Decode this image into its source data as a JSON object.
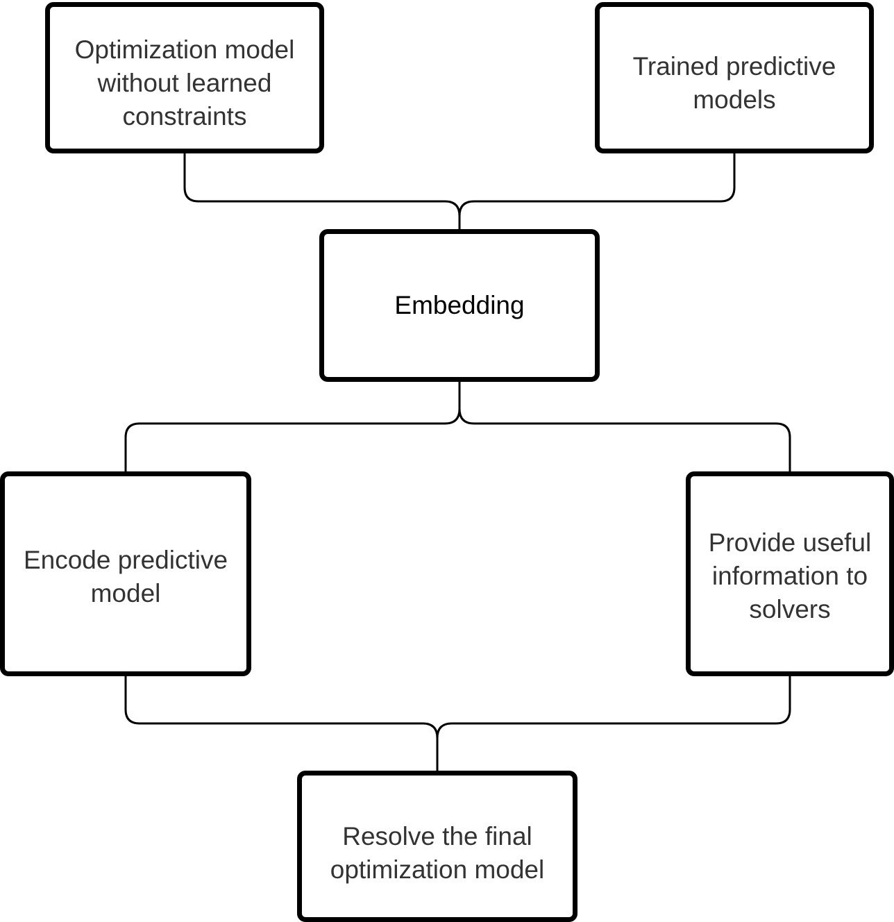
{
  "diagram": {
    "nodes": [
      {
        "id": "opt",
        "label": "Optimization model\nwithout learned\nconstraints"
      },
      {
        "id": "pred",
        "label": "Trained predictive\nmodels"
      },
      {
        "id": "embed",
        "label": "Embedding"
      },
      {
        "id": "encode",
        "label": "Encode predictive\nmodel"
      },
      {
        "id": "provide",
        "label": "Provide useful\ninformation to\nsolvers"
      },
      {
        "id": "resolve",
        "label": "Resolve the final\noptimization model"
      }
    ],
    "edges": [
      {
        "from": "opt",
        "to": "embed"
      },
      {
        "from": "pred",
        "to": "embed"
      },
      {
        "from": "embed",
        "to": "encode"
      },
      {
        "from": "embed",
        "to": "provide"
      },
      {
        "from": "encode",
        "to": "resolve"
      },
      {
        "from": "provide",
        "to": "resolve"
      }
    ]
  }
}
